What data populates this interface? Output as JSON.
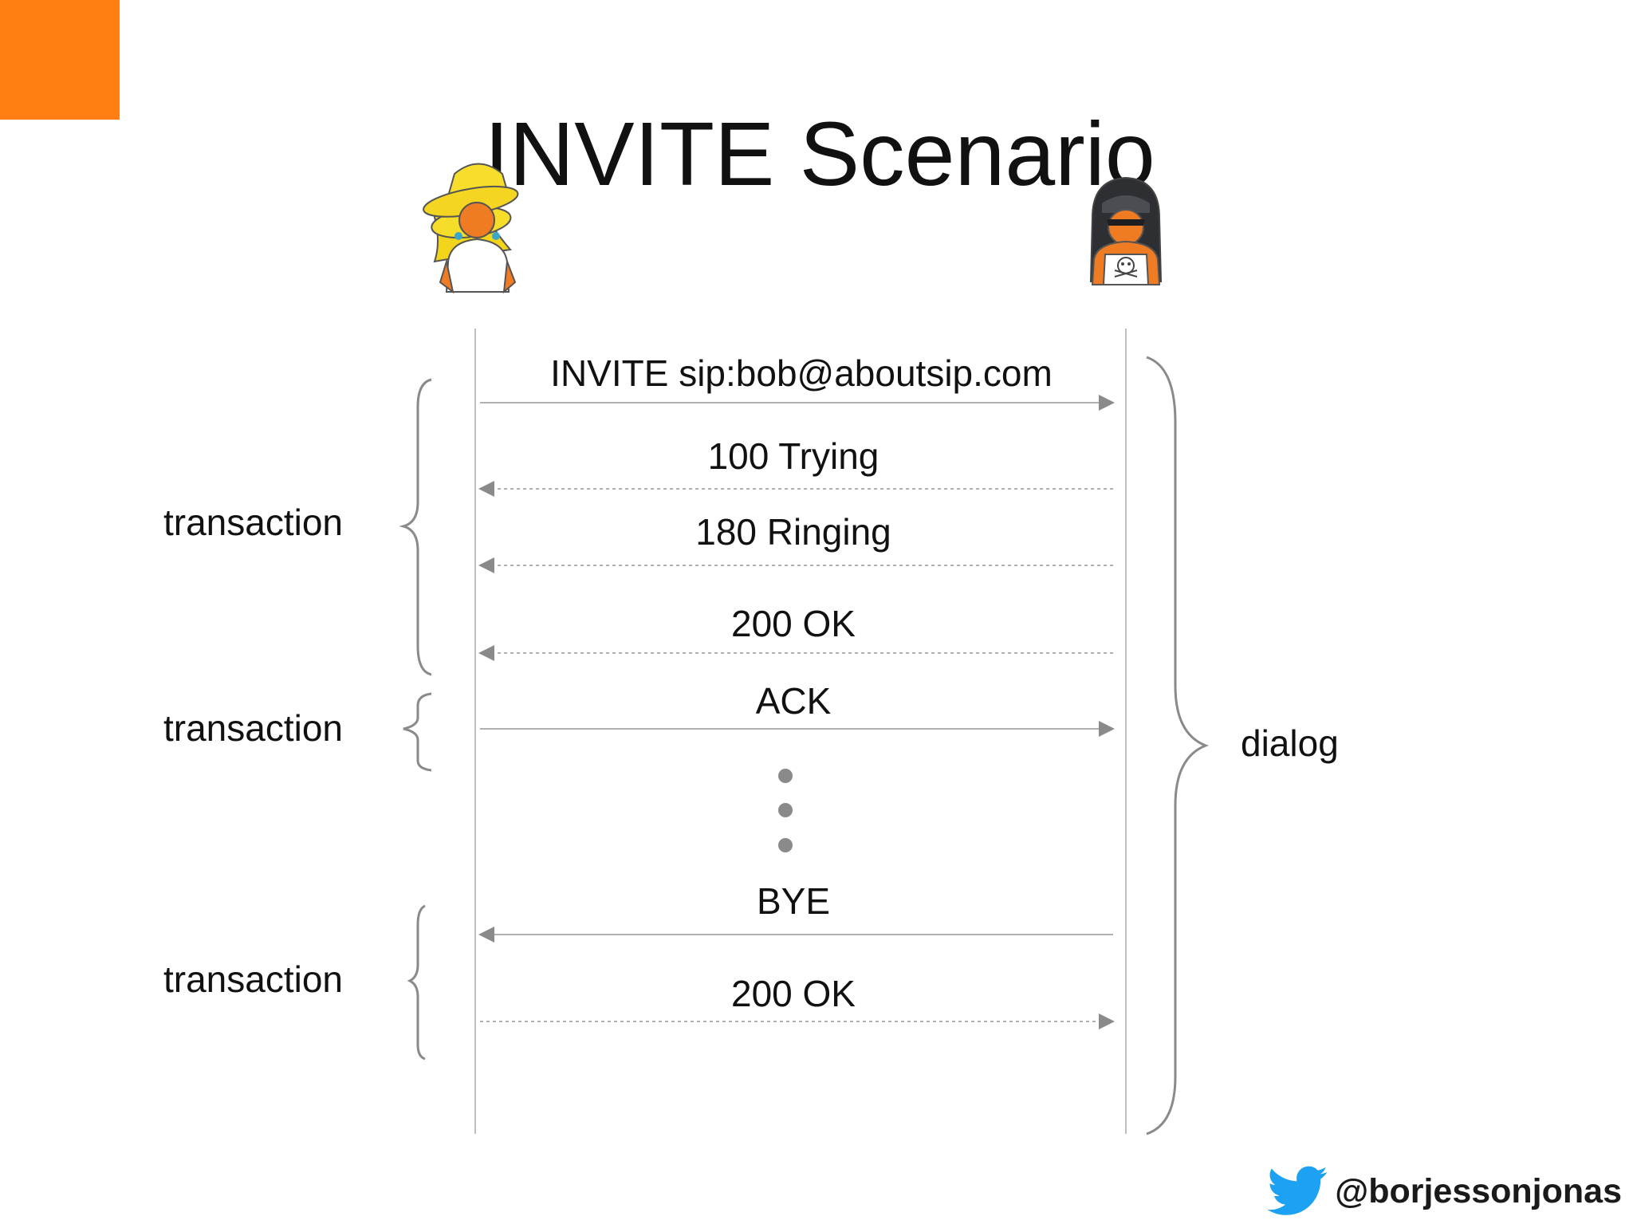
{
  "slide": {
    "title": "INVITE Scenario",
    "accent_color": "#ff7f15"
  },
  "participants": [
    {
      "icon": "caller-avatar-yellow-hat-icon"
    },
    {
      "icon": "callee-avatar-pirate-icon"
    }
  ],
  "messages": [
    {
      "label": "INVITE sip:bob@aboutsip.com",
      "direction": "right",
      "style": "solid"
    },
    {
      "label": "100 Trying",
      "direction": "left",
      "style": "dashed"
    },
    {
      "label": "180 Ringing",
      "direction": "left",
      "style": "dashed"
    },
    {
      "label": "200 OK",
      "direction": "left",
      "style": "dashed"
    },
    {
      "label": "ACK",
      "direction": "right",
      "style": "solid"
    },
    {
      "label": "BYE",
      "direction": "left",
      "style": "solid"
    },
    {
      "label": "200 OK",
      "direction": "right",
      "style": "dashed"
    }
  ],
  "groups": {
    "transaction_1": "transaction",
    "transaction_2": "transaction",
    "transaction_3": "transaction",
    "dialog": "dialog"
  },
  "footer": {
    "twitter_handle": "@borjessonjonas",
    "twitter_icon": "twitter-bird-icon",
    "twitter_color": "#1da1f2"
  }
}
